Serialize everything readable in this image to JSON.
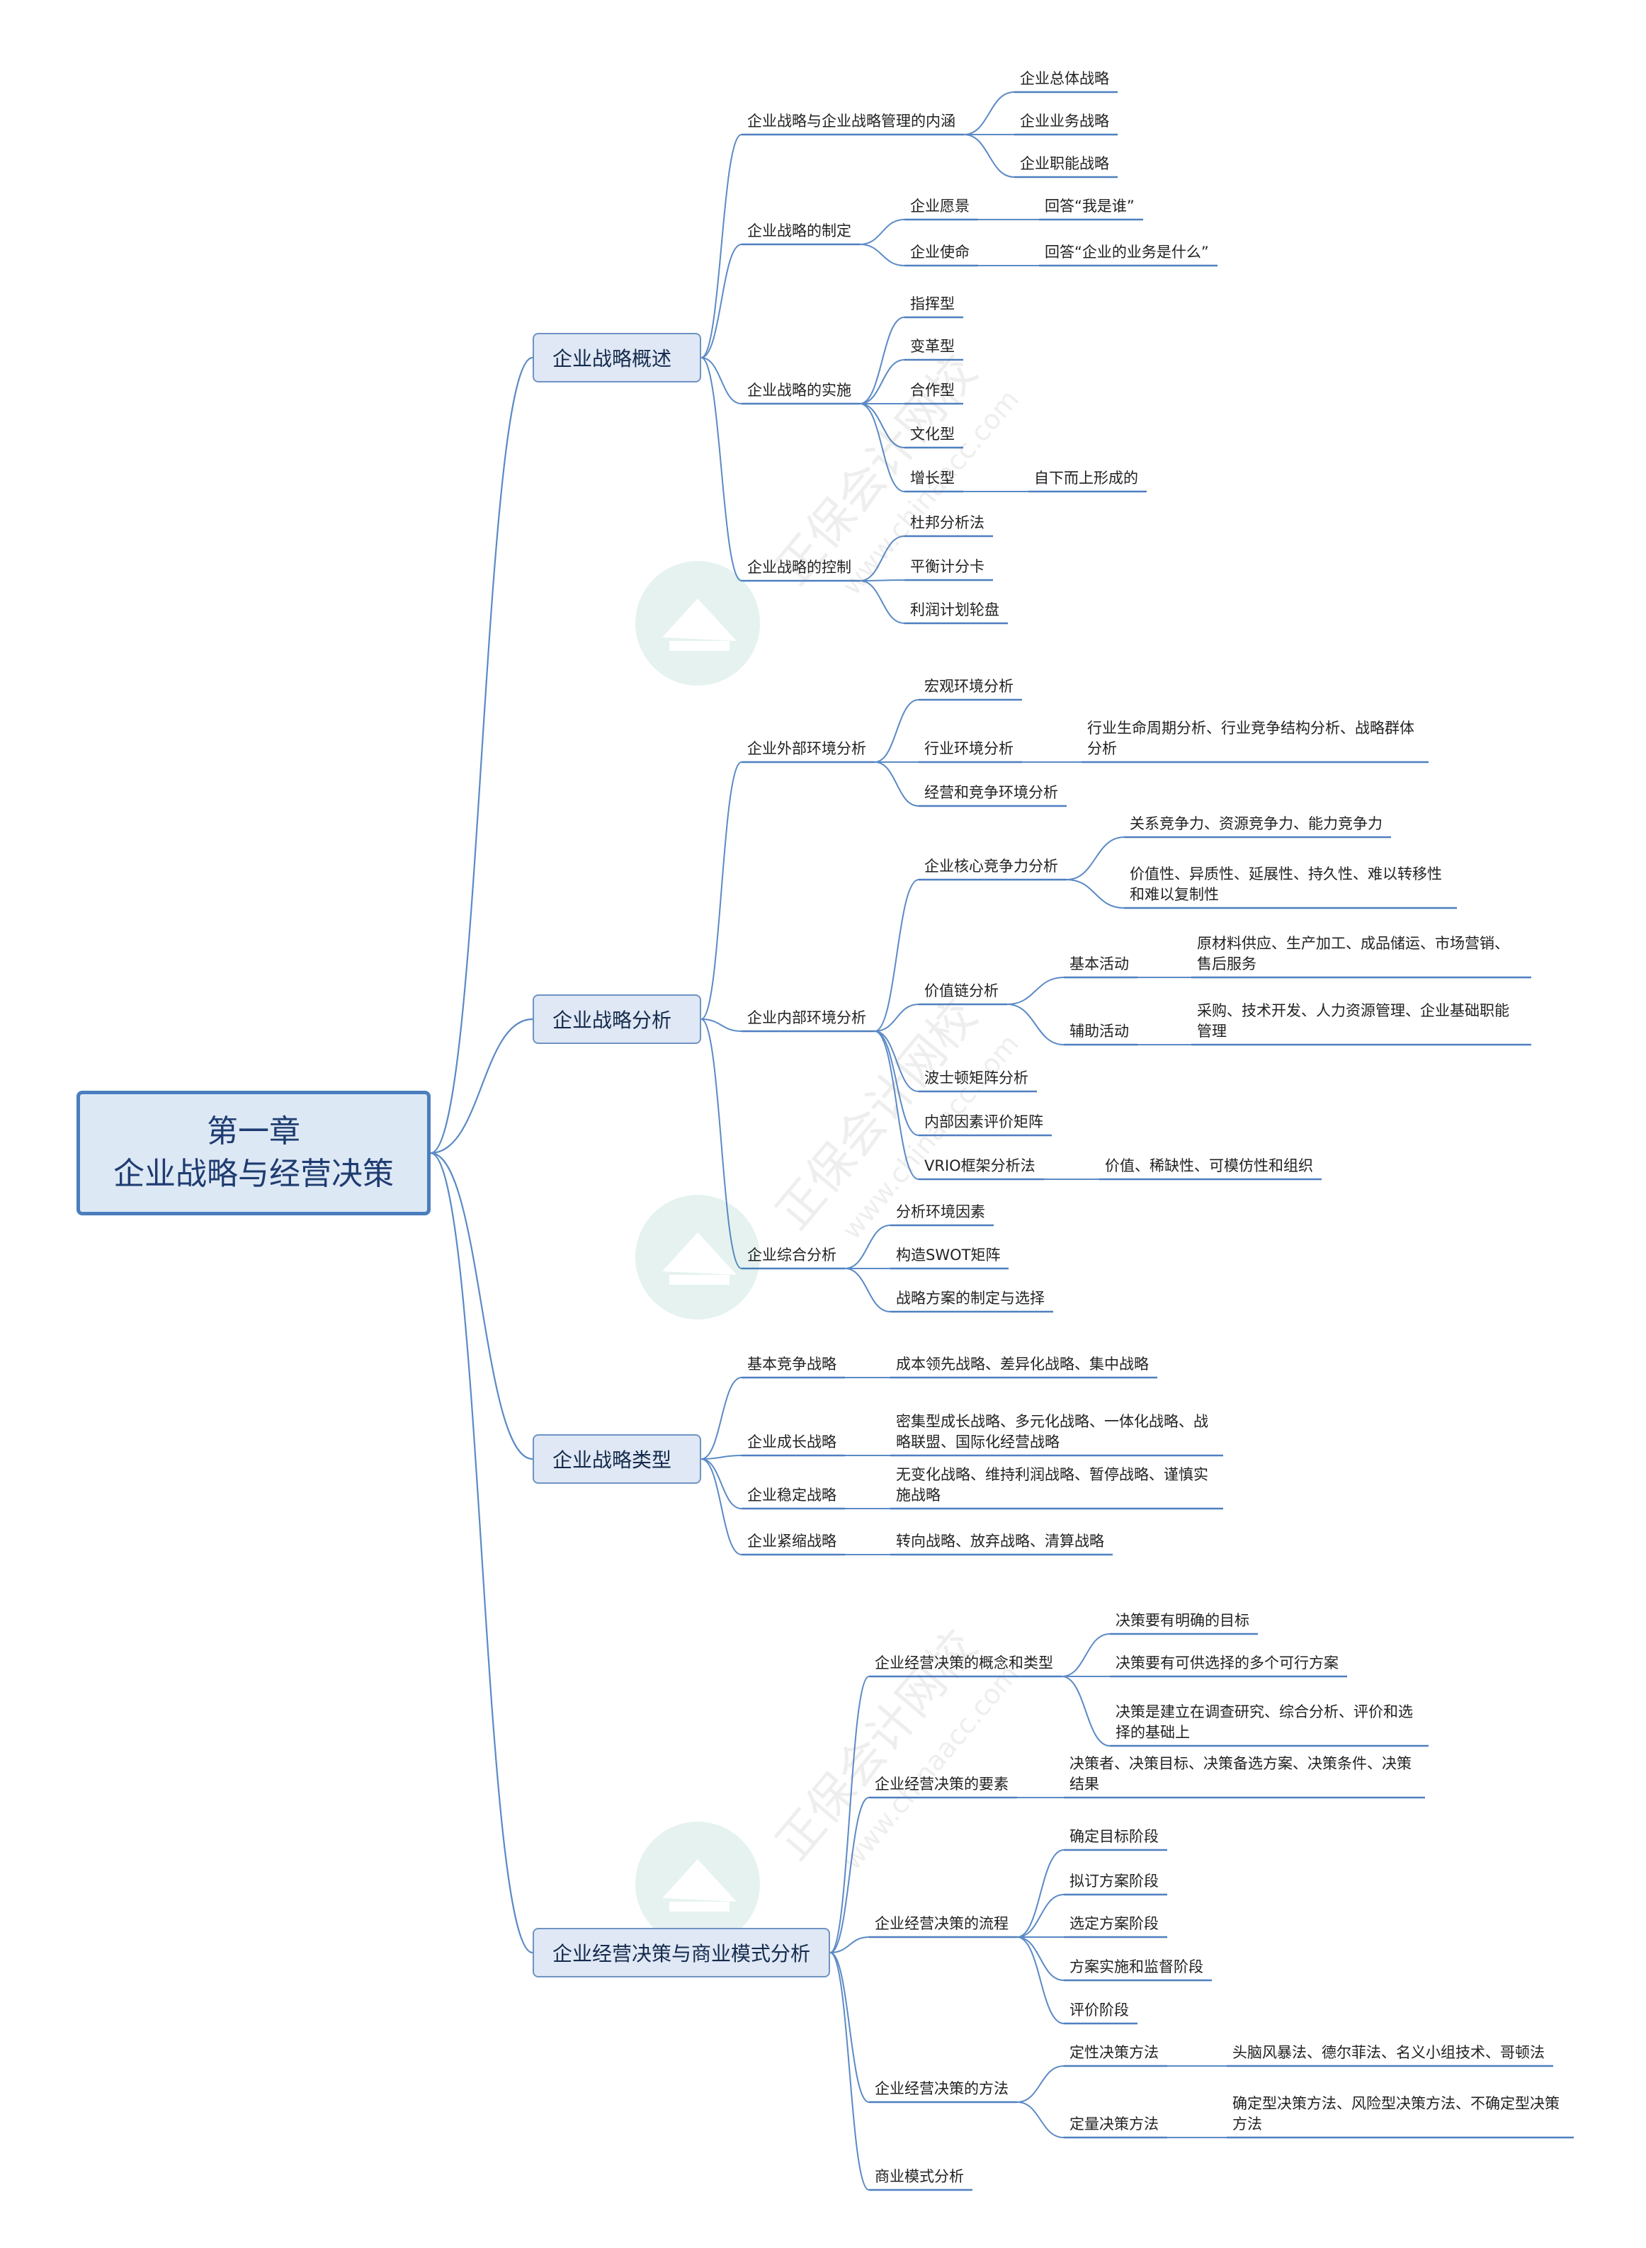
{
  "colors": {
    "line": "#5b8ac6",
    "underline": "#4f7fc0",
    "root_border": "#4a7ebf",
    "root_fill": "#dde8f5",
    "branch_fill": "#dfe8f4"
  },
  "root": {
    "line1": "第一章",
    "line2": "企业战略与经营决策"
  },
  "branches": [
    {
      "label": "企业战略概述",
      "children": [
        {
          "label": "企业战略与企业战略管理的内涵",
          "children": [
            {
              "label": "企业总体战略"
            },
            {
              "label": "企业业务战略"
            },
            {
              "label": "企业职能战略"
            }
          ]
        },
        {
          "label": "企业战略的制定",
          "children": [
            {
              "label": "企业愿景",
              "children": [
                {
                  "label": "回答“我是谁”"
                }
              ]
            },
            {
              "label": "企业使命",
              "children": [
                {
                  "label": "回答“企业的业务是什么”"
                }
              ]
            }
          ]
        },
        {
          "label": "企业战略的实施",
          "children": [
            {
              "label": "指挥型"
            },
            {
              "label": "变革型"
            },
            {
              "label": "合作型"
            },
            {
              "label": "文化型"
            },
            {
              "label": "增长型",
              "children": [
                {
                  "label": "自下而上形成的"
                }
              ]
            }
          ]
        },
        {
          "label": "企业战略的控制",
          "children": [
            {
              "label": "杜邦分析法"
            },
            {
              "label": "平衡计分卡"
            },
            {
              "label": "利润计划轮盘"
            }
          ]
        }
      ]
    },
    {
      "label": "企业战略分析",
      "children": [
        {
          "label": "企业外部环境分析",
          "children": [
            {
              "label": "宏观环境分析"
            },
            {
              "label": "行业环境分析",
              "children": [
                {
                  "label": "行业生命周期分析、行业竞争结构分析、战略群体分析"
                }
              ]
            },
            {
              "label": "经营和竞争环境分析"
            }
          ]
        },
        {
          "label": "企业内部环境分析",
          "children": [
            {
              "label": "企业核心竞争力分析",
              "children": [
                {
                  "label": "关系竞争力、资源竞争力、能力竞争力"
                },
                {
                  "label": "价值性、异质性、延展性、持久性、难以转移性和难以复制性"
                }
              ]
            },
            {
              "label": "价值链分析",
              "children": [
                {
                  "label": "基本活动",
                  "children": [
                    {
                      "label": "原材料供应、生产加工、成品储运、市场营销、售后服务"
                    }
                  ]
                },
                {
                  "label": "辅助活动",
                  "children": [
                    {
                      "label": "采购、技术开发、人力资源管理、企业基础职能管理"
                    }
                  ]
                }
              ]
            },
            {
              "label": "波士顿矩阵分析"
            },
            {
              "label": "内部因素评价矩阵"
            },
            {
              "label": "VRIO框架分析法",
              "children": [
                {
                  "label": "价值、稀缺性、可模仿性和组织"
                }
              ]
            }
          ]
        },
        {
          "label": "企业综合分析",
          "children": [
            {
              "label": "分析环境因素"
            },
            {
              "label": "构造SWOT矩阵"
            },
            {
              "label": "战略方案的制定与选择"
            }
          ]
        }
      ]
    },
    {
      "label": "企业战略类型",
      "children": [
        {
          "label": "基本竞争战略",
          "children": [
            {
              "label": "成本领先战略、差异化战略、集中战略"
            }
          ]
        },
        {
          "label": "企业成长战略",
          "children": [
            {
              "label": "密集型成长战略、多元化战略、一体化战略、战略联盟、国际化经营战略"
            }
          ]
        },
        {
          "label": "企业稳定战略",
          "children": [
            {
              "label": "无变化战略、维持利润战略、暂停战略、谨慎实施战略"
            }
          ]
        },
        {
          "label": "企业紧缩战略",
          "children": [
            {
              "label": "转向战略、放弃战略、清算战略"
            }
          ]
        }
      ]
    },
    {
      "label": "企业经营决策与商业模式分析",
      "children": [
        {
          "label": "企业经营决策的概念和类型",
          "children": [
            {
              "label": "决策要有明确的目标"
            },
            {
              "label": "决策要有可供选择的多个可行方案"
            },
            {
              "label": "决策是建立在调查研究、综合分析、评价和选择的基础上"
            }
          ]
        },
        {
          "label": "企业经营决策的要素",
          "children": [
            {
              "label": "决策者、决策目标、决策备选方案、决策条件、决策结果"
            }
          ]
        },
        {
          "label": "企业经营决策的流程",
          "children": [
            {
              "label": "确定目标阶段"
            },
            {
              "label": "拟订方案阶段"
            },
            {
              "label": "选定方案阶段"
            },
            {
              "label": "方案实施和监督阶段"
            },
            {
              "label": "评价阶段"
            }
          ]
        },
        {
          "label": "企业经营决策的方法",
          "children": [
            {
              "label": "定性决策方法",
              "children": [
                {
                  "label": "头脑风暴法、德尔菲法、名义小组技术、哥顿法"
                }
              ]
            },
            {
              "label": "定量决策方法",
              "children": [
                {
                  "label": "确定型决策方法、风险型决策方法、不确定型决策方法"
                }
              ]
            }
          ]
        },
        {
          "label": "商业模式分析"
        }
      ]
    }
  ],
  "watermark": {
    "brand": "正保会计网校",
    "url": "www.chinaacc.com"
  }
}
